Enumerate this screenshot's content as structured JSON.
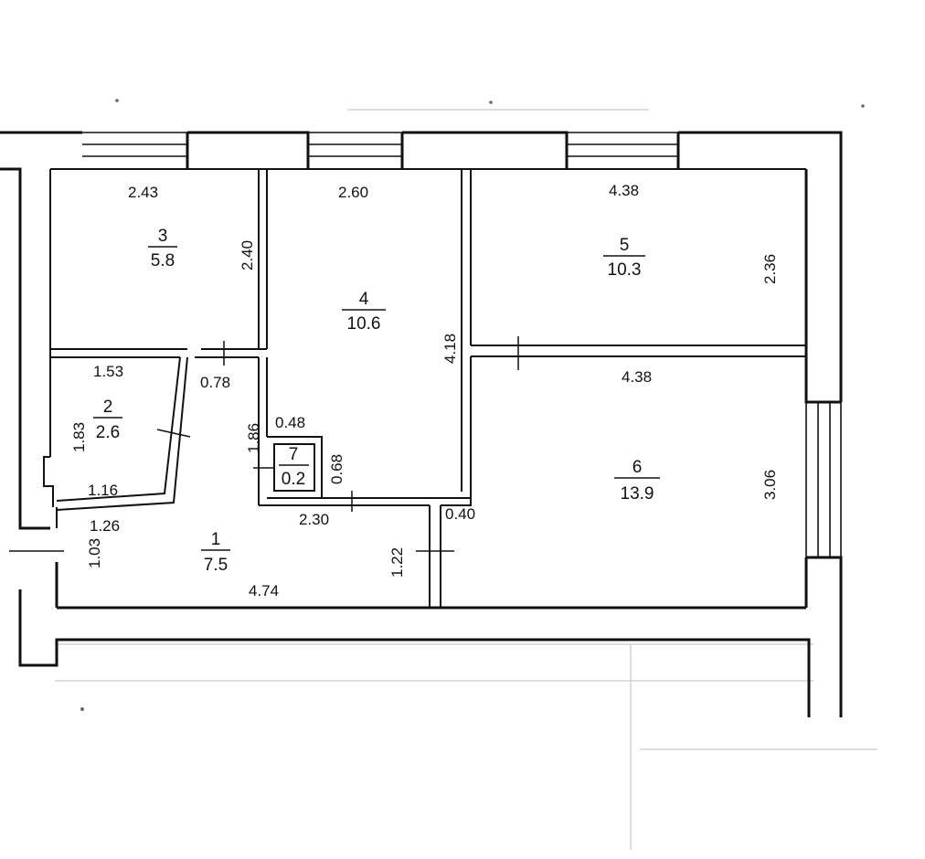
{
  "rooms": [
    {
      "number": "1",
      "area": "7.5"
    },
    {
      "number": "2",
      "area": "2.6"
    },
    {
      "number": "3",
      "area": "5.8"
    },
    {
      "number": "4",
      "area": "10.6"
    },
    {
      "number": "5",
      "area": "10.3"
    },
    {
      "number": "6",
      "area": "13.9"
    },
    {
      "number": "7",
      "area": "0.2"
    }
  ],
  "dimensions": {
    "room3_width": "2.43",
    "room3_height": "2.40",
    "room4_width": "2.60",
    "room4_height": "4.18",
    "room5_width": "4.38",
    "room5_height": "2.36",
    "room6_width": "4.38",
    "room6_height": "3.06",
    "room2_top": "1.53",
    "room2_height": "1.83",
    "room2_bottom": "1.16",
    "hall_gap": "0.78",
    "hall_height": "1.86",
    "room7_width": "0.48",
    "room7_height": "0.68",
    "hall_partition": "2.30",
    "room1_top": "1.26",
    "room1_side": "1.03",
    "room1_width": "4.74",
    "corridor_height": "1.22",
    "corridor_width": "0.40"
  }
}
